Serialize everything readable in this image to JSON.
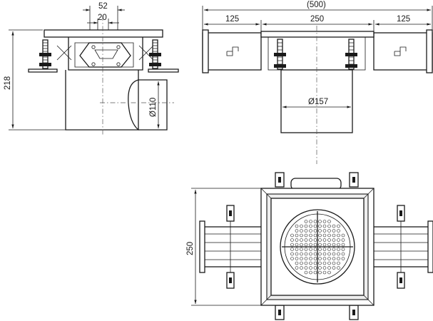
{
  "drawing": {
    "side_view": {
      "dim_top_outer": "52",
      "dim_top_inner": "20",
      "dim_height": "218",
      "dim_outlet_diameter": "Ø110"
    },
    "front_view": {
      "dim_total": "(500)",
      "dim_left_arm": "125",
      "dim_center": "250",
      "dim_right_arm": "125",
      "dim_body_diameter": "Ø157"
    },
    "top_view": {
      "dim_side": "250"
    }
  },
  "colors": {
    "line": "#1a1a1a",
    "background": "#ffffff",
    "shade": "#eeeeee"
  }
}
